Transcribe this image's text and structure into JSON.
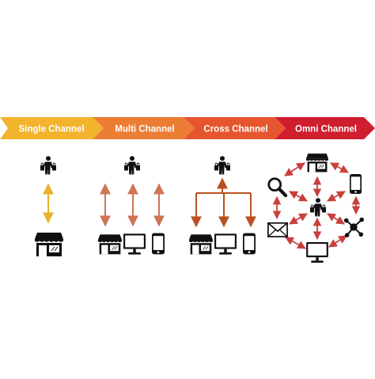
{
  "colors": {
    "stage1": "#f3b32d",
    "stage2": "#ec7d35",
    "stage3": "#e5562f",
    "stage4": "#cf1e2e",
    "arrow_single": "#e8b12e",
    "arrow_multi": "#cf7457",
    "arrow_cross": "#b7521f",
    "arrow_omni": "#c8403d",
    "icon": "#111111"
  },
  "stages": [
    {
      "label": "Single Channel",
      "color_key": "stage1"
    },
    {
      "label": "Multi Channel",
      "color_key": "stage2"
    },
    {
      "label": "Cross Channel",
      "color_key": "stage3"
    },
    {
      "label": "Omni Channel",
      "color_key": "stage4"
    }
  ],
  "icons": {
    "shopper": "shopper-with-bags-icon",
    "store": "storefront-icon",
    "computer": "desktop-computer-icon",
    "mobile": "smartphone-icon",
    "search": "magnifying-glass-icon",
    "mail": "envelope-icon",
    "social": "network-hub-icon"
  }
}
